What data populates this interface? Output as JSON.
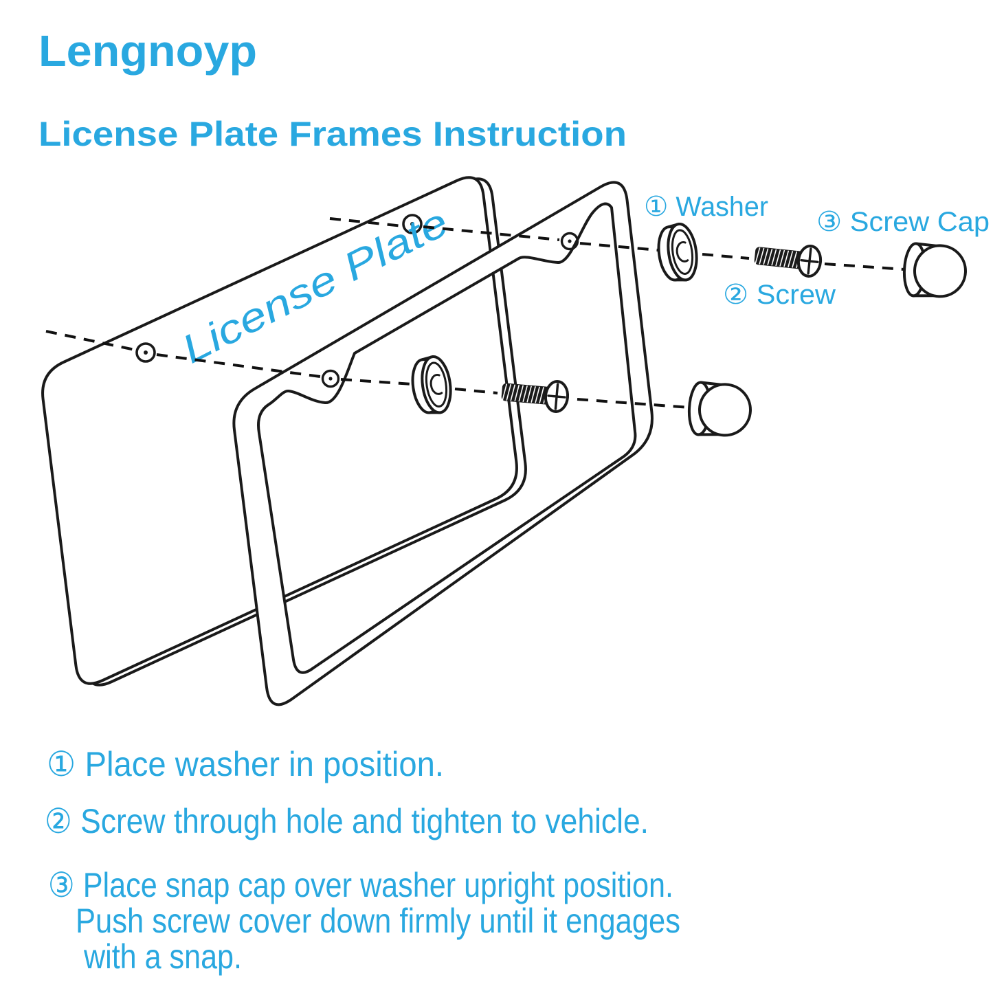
{
  "page": {
    "background": "#ffffff",
    "accent_color": "#29a8e0",
    "line_color": "#1a1a1a"
  },
  "header": {
    "brand": "Lengnoyp",
    "subtitle": "License Plate Frames Instruction"
  },
  "diagram": {
    "plate_text": "License Plate",
    "labels": {
      "washer": "① Washer",
      "screw": "② Screw",
      "screw_cap": "③ Screw Cap"
    },
    "parts": [
      {
        "number": "1",
        "name": "Washer"
      },
      {
        "number": "2",
        "name": "Screw"
      },
      {
        "number": "3",
        "name": "Screw Cap"
      }
    ]
  },
  "instructions": {
    "steps": [
      {
        "lines": [
          "① Place washer in position."
        ]
      },
      {
        "lines": [
          "② Screw through hole and tighten to vehicle."
        ]
      },
      {
        "lines": [
          "③ Place snap cap over washer upright position.",
          "Push screw cover down firmly until it engages",
          "with a snap."
        ]
      }
    ]
  }
}
